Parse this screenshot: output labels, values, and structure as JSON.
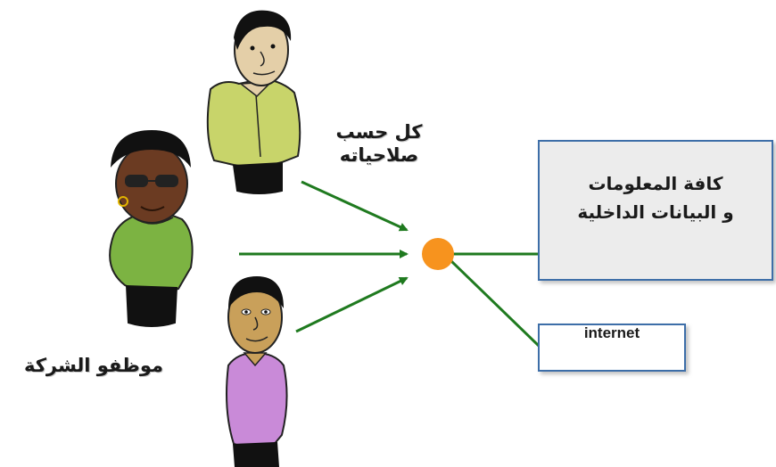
{
  "labels": {
    "permissions_line1": "كل حسب",
    "permissions_line2": "صلاحياته",
    "employees": "موظفو الشركة",
    "internal_data_line1": "كافة المعلومات",
    "internal_data_line2": "و البيانات الداخلية",
    "internet": "internet"
  },
  "colors": {
    "arrow": "#1f7a1f",
    "hub": "#f7931e",
    "internal_box_fill": "#ececec",
    "box_border": "#3e6ea8",
    "person_top_shirt": "#c8d46a",
    "person_middle_shirt": "#7cb342",
    "person_bottom_shirt": "#c98ad8"
  },
  "icons": [
    "man-yellow-shirt-icon",
    "woman-green-shirt-icon",
    "man-pink-shirt-icon"
  ]
}
